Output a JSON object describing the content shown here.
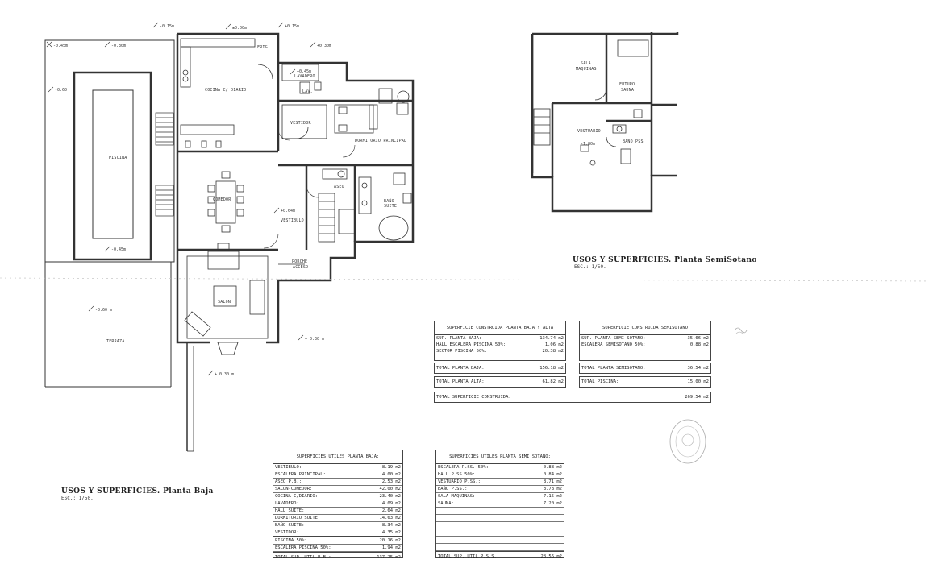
{
  "ground_floor": {
    "title": "USOS Y SUPERFICIES. Planta Baja",
    "scale": "ESC.: 1/50.",
    "rooms": {
      "piscina": "PISCINA",
      "terraza": "TERRAZA",
      "cocina": "COCINA C/ DIARIO",
      "frig": "FRIG.",
      "lavadero": "LAVADERO",
      "lav": "LAV.",
      "comedor": "COMEDOR",
      "salon": "SALON",
      "vestidor": "VESTIDOR",
      "dormitorio": "DORMITORIO PRINCIPAL",
      "aseo": "ASEO",
      "bano_suite_1": "BAÑO",
      "bano_suite_2": "SUITE",
      "vestibulo": "VESTIBULO",
      "porche_1": "PORCHE",
      "porche_2": "ACCESO"
    },
    "levels": {
      "l1": "-0.45m",
      "l2": "-0.30m",
      "l3": "-0.15m",
      "l4": "±0.00m",
      "l5": "+0.15m",
      "l6": "+0.30m",
      "l7": "+0.45m",
      "l8": "-0.60",
      "l9": "-0.45m",
      "l10": "+0.64m",
      "l11": "-0.60 m",
      "l12": "+ 0.30 m",
      "l13": "+ 0.30 m"
    }
  },
  "semi_basement": {
    "title": "USOS Y SUPERFICIES. Planta SemiSotano",
    "scale": "ESC.: 1/50.",
    "rooms": {
      "sala_1": "SALA",
      "sala_2": "MAQUINAS",
      "sauna_1": "FUTURO",
      "sauna_2": "SAUNA",
      "vestuario": "VESTUARIO",
      "bano": "BAÑO PSS",
      "level": "-1.80m"
    }
  },
  "built_baja_alta": {
    "header": "SUPERFICIE CONSTRUIDA PLANTA BAJA Y ALTA",
    "rows": [
      {
        "label": "SUP. PLANTA BAJA:",
        "value": "134.74 m2"
      },
      {
        "label": "HALL ESCALERA PISCINA 50%:",
        "value": "1.06 m2"
      },
      {
        "label": "SECTOR PISCINA 50%:",
        "value": "20.38 m2"
      }
    ],
    "total_baja": {
      "label": "TOTAL PLANTA BAJA:",
      "value": "156.18 m2"
    },
    "total_alta": {
      "label": "TOTAL PLANTA ALTA:",
      "value": "61.82 m2"
    }
  },
  "built_semi": {
    "header": "SUPERFICIE CONSTRUIDA SEMISOTANO",
    "rows": [
      {
        "label": "SUP. PLANTA SEMI SOTANO:",
        "value": "35.66 m2"
      },
      {
        "label": "ESCALERA SEMISOTANO 50%:",
        "value": "0.88 m2"
      }
    ],
    "total_semi": {
      "label": "TOTAL PLANTA SEMISOTANO:",
      "value": "36.54 m2"
    },
    "total_piscina": {
      "label": "TOTAL PISCINA:",
      "value": "15.00 m2"
    }
  },
  "total_built": {
    "label": "TOTAL SUPERFICIE CONSTRUIDA:",
    "value": "269.54 m2"
  },
  "useful_baja": {
    "header": "SUPERFICIES UTILES PLANTA BAJA:",
    "rows": [
      {
        "label": "VESTIBULO:",
        "value": "8.19 m2"
      },
      {
        "label": "ESCALERA PRINCIPAL:",
        "value": "4.00 m2"
      },
      {
        "label": "ASEO P.B.:",
        "value": "2.53 m2"
      },
      {
        "label": "SALON-COMEDOR:",
        "value": "42.00 m2"
      },
      {
        "label": "COCINA C/DIARIO:",
        "value": "23.40 m2"
      },
      {
        "label": "LAVADERO:",
        "value": "4.09 m2"
      },
      {
        "label": "HALL SUITE:",
        "value": "2.64 m2"
      },
      {
        "label": "DORMITORIO SUITE:",
        "value": "14.63 m2"
      },
      {
        "label": "BAÑO SUITE:",
        "value": "8.34 m2"
      },
      {
        "label": "VESTIDOR:",
        "value": "4.35 m2"
      }
    ],
    "extra": [
      {
        "label": "PISCINA 50%:",
        "value": "20.16 m2"
      },
      {
        "label": "ESCALERA PISCINA 50%:",
        "value": "1.94 m2"
      }
    ],
    "total": {
      "label": "TOTAL SUP. UTIL P.B.:",
      "value": "137.25 m2"
    }
  },
  "useful_semi": {
    "header": "SUPERFICIES UTILES PLANTA SEMI SOTANO:",
    "rows": [
      {
        "label": "ESCALERA P.SS. 50%:",
        "value": "0.88 m2"
      },
      {
        "label": "HALL P.SS 50%:",
        "value": "0.84 m2"
      },
      {
        "label": "VESTUARIO P.SS.:",
        "value": "8.71 m2"
      },
      {
        "label": "BAÑO P.SS.:",
        "value": "3.78 m2"
      },
      {
        "label": "SALA MAQUINAS:",
        "value": "7.15 m2"
      },
      {
        "label": "SAUNA:",
        "value": "7.20 m2"
      }
    ],
    "total": {
      "label": "TOTAL SUP. UTIL P.S.S.:",
      "value": "28.56 m2"
    }
  },
  "colors": {
    "line": "#333333",
    "fill": "#ffffff",
    "hatch": "#666666"
  }
}
